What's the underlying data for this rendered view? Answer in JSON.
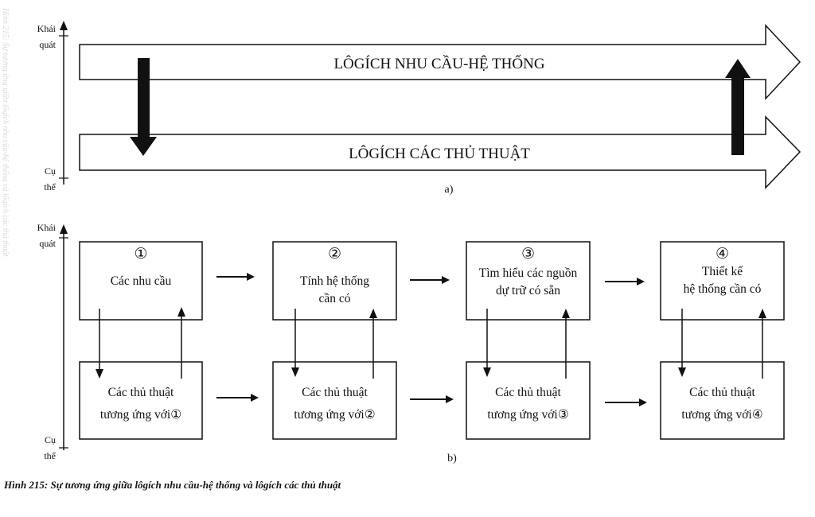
{
  "side_text": "Hình 215: Sự tương ứng giữa lôgích nhu cầu-hệ thống và lôgích các thủ thuật",
  "part_a": {
    "axis_top": [
      "Khái",
      "quát"
    ],
    "axis_bottom": [
      "Cụ",
      "thể"
    ],
    "upper_arrow": "LÔGÍCH NHU CẦU-HỆ THỐNG",
    "lower_arrow": "LÔGÍCH CÁC THỦ THUẬT",
    "label": "a)"
  },
  "part_b": {
    "axis_top": [
      "Khái",
      "quát"
    ],
    "axis_bottom": [
      "Cụ",
      "thể"
    ],
    "top_boxes": [
      {
        "num": "①",
        "lines": [
          "Các nhu cầu"
        ]
      },
      {
        "num": "②",
        "lines": [
          "Tính hệ thống",
          "cần có"
        ]
      },
      {
        "num": "③",
        "lines": [
          "Tìm hiểu các nguồn",
          "dự trữ có sẵn"
        ]
      },
      {
        "num": "④",
        "lines": [
          "Thiết kế",
          "hệ thống cần có"
        ]
      }
    ],
    "bottom_boxes": [
      {
        "lines": [
          "Các thủ thuật",
          "tương ứng với①"
        ]
      },
      {
        "lines": [
          "Các thủ thuật",
          "tương ứng với②"
        ]
      },
      {
        "lines": [
          "Các thủ thuật",
          "tương ứng với③"
        ]
      },
      {
        "lines": [
          "Các thủ thuật",
          "tương ứng với④"
        ]
      }
    ],
    "label": "b)"
  },
  "caption": "Hình 215: Sự tương ứng giữa lôgích nhu cầu-hệ thống và lôgích các thủ thuật"
}
